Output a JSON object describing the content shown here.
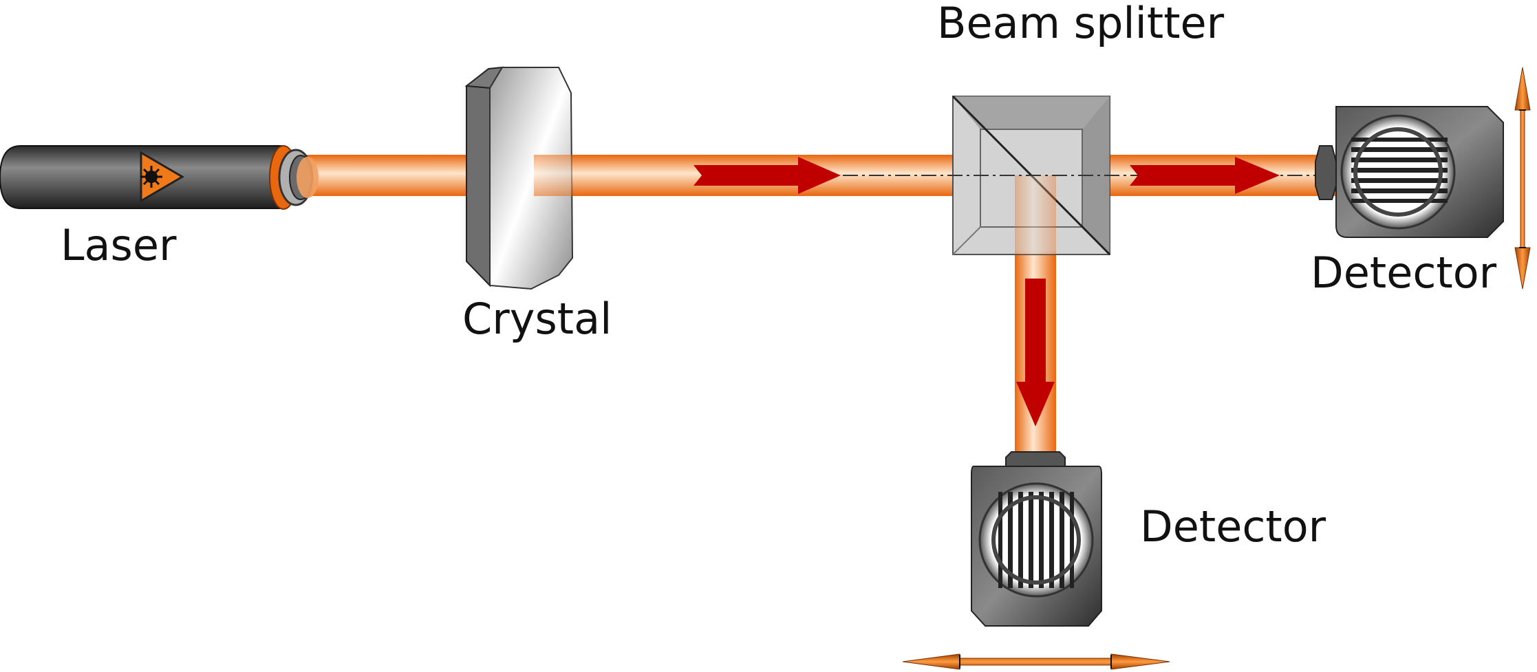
{
  "labels": {
    "laser": "Laser",
    "crystal": "Crystal",
    "beam_splitter": "Beam splitter",
    "detector_right": "Detector",
    "detector_bottom": "Detector"
  },
  "icons": {
    "laser_warning": "laser-warning-icon"
  },
  "colors": {
    "beam": "#f07a1a",
    "beam_highlight": "#ffe6cc",
    "arrow": "#c00000",
    "body_dark": "#3a3a3a",
    "laser_warning": "#f07a1a",
    "prism_face": "#dcdcdc"
  }
}
